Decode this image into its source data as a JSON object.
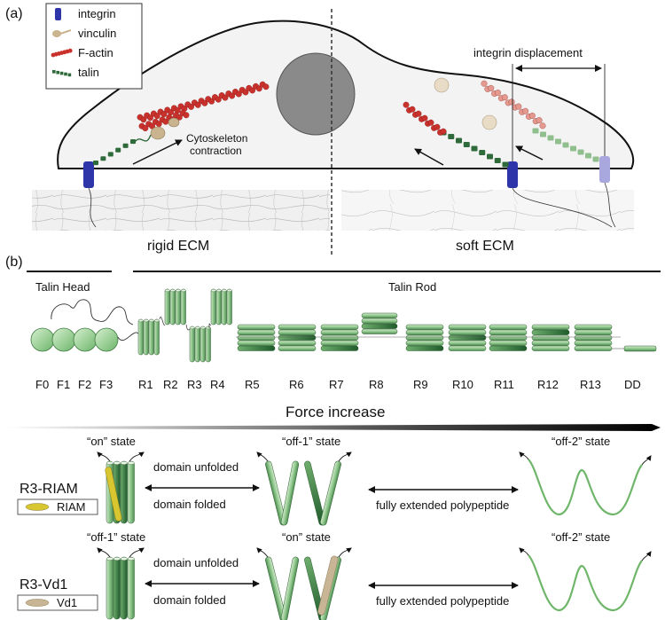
{
  "panel_a": {
    "label": "(a)",
    "legend": [
      {
        "name": "integrin",
        "color": "#2d35a8"
      },
      {
        "name": "vinculin",
        "color": "#c9b48f"
      },
      {
        "name": "F-actin",
        "color": "#c8312c"
      },
      {
        "name": "talin",
        "color": "#2f6b3a"
      }
    ],
    "arrow_caption": "Cytoskeleton\ncontraction",
    "displacement_label": "integrin displacement",
    "rigid_label": "rigid ECM",
    "soft_label": "soft ECM"
  },
  "panel_b": {
    "label": "(b)",
    "head_label": "Talin Head",
    "rod_label": "Talin Rod",
    "head_domains": [
      "F0",
      "F1",
      "F2",
      "F3"
    ],
    "rod_domains": [
      "R1",
      "R2",
      "R3",
      "R4",
      "R5",
      "R6",
      "R7",
      "R8",
      "R9",
      "R10",
      "R11",
      "R12",
      "R13",
      "DD"
    ],
    "force_label": "Force increase",
    "rows": [
      {
        "name": "R3-RIAM",
        "ligand": "RIAM",
        "ligand_color": "#d8c630",
        "state1": "“on” state",
        "state2": "“off-1” state",
        "state3": "“off-2” state",
        "transition1_top": "domain unfolded",
        "transition1_bottom": "domain folded",
        "transition2": "fully extended polypeptide"
      },
      {
        "name": "R3-Vd1",
        "ligand": "Vd1",
        "ligand_color": "#c8b595",
        "state1": "“off-1” state",
        "state2": "“on” state",
        "state3": "“off-2” state",
        "transition1_top": "domain unfolded",
        "transition1_bottom": "domain folded",
        "transition2": "fully extended polypeptide"
      }
    ]
  }
}
